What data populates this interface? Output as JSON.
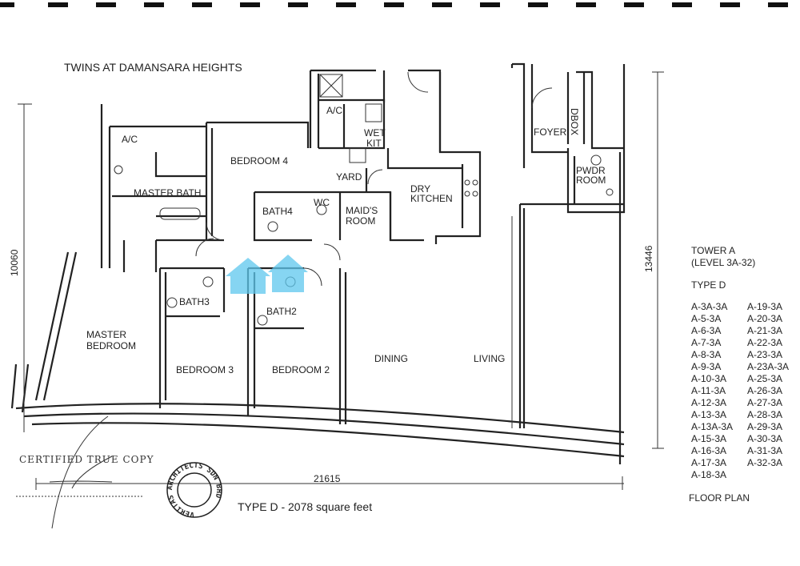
{
  "title": "TWINS AT DAMANSARA HEIGHTS",
  "rooms": {
    "ac_left": "A/C",
    "master_bath": "MASTER BATH",
    "bedroom4": "BEDROOM 4",
    "bath4": "BATH4",
    "wc": "WC",
    "maids_room_1": "MAID'S",
    "maids_room_2": "ROOM",
    "yard": "YARD",
    "wet_kit_1": "WET",
    "wet_kit_2": "KIT",
    "ac_top": "A/C",
    "dry_kitchen_1": "DRY",
    "dry_kitchen_2": "KITCHEN",
    "foyer": "FOYER",
    "dbox": "DBOX",
    "pwdr_room_1": "PWDR",
    "pwdr_room_2": "ROOM",
    "bath3": "BATH3",
    "bath2": "BATH2",
    "master_bedroom_1": "MASTER",
    "master_bedroom_2": "BEDROOM",
    "bedroom3": "BEDROOM 3",
    "bedroom2": "BEDROOM 2",
    "dining": "DINING",
    "living": "LIVING"
  },
  "dimensions": {
    "left": "10060",
    "right": "13446",
    "bottom": "21615"
  },
  "type_label": "TYPE D - 2078 square feet",
  "certified": "CERTIFIED TRUE COPY",
  "stamp_text": "VERITAS ARCHITECTS SDN BHD",
  "sidebar": {
    "tower": "TOWER A",
    "level": "(LEVEL 3A-32)",
    "type": "TYPE D",
    "units_col1": [
      "A-3A-3A",
      "A-5-3A",
      "A-6-3A",
      "A-7-3A",
      "A-8-3A",
      "A-9-3A",
      "A-10-3A",
      "A-11-3A",
      "A-12-3A",
      "A-13-3A",
      "A-13A-3A",
      "A-15-3A",
      "A-16-3A",
      "A-17-3A",
      "A-18-3A"
    ],
    "units_col2": [
      "A-19-3A",
      "A-20-3A",
      "A-21-3A",
      "A-22-3A",
      "A-23-3A",
      "A-23A-3A",
      "A-25-3A",
      "A-26-3A",
      "A-27-3A",
      "A-28-3A",
      "A-29-3A",
      "A-30-3A",
      "A-31-3A",
      "A-32-3A"
    ],
    "floor_plan": "FLOOR PLAN"
  },
  "colors": {
    "watermark": "#5ec8ee",
    "ink": "#222222"
  }
}
